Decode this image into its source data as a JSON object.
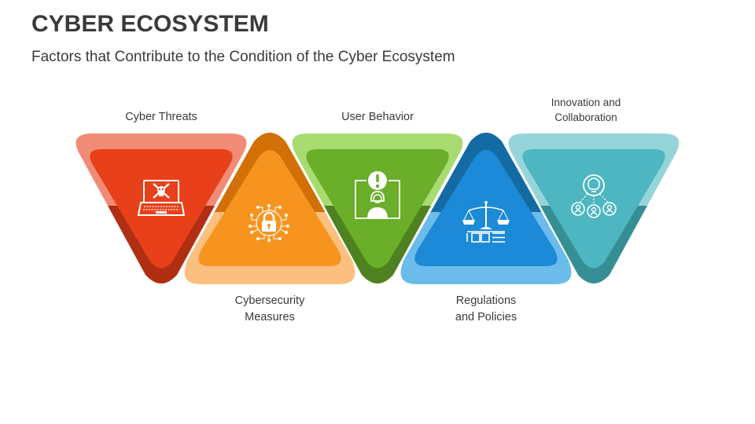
{
  "slide": {
    "title": "CYBER ECOSYSTEM",
    "subtitle": "Factors that Contribute to the Condition of the Cyber Ecosystem"
  },
  "factors": [
    {
      "label_line1": "Cyber Threats",
      "label_line2": "",
      "position": "top",
      "orientation": "down",
      "icon": "hacked-laptop-icon",
      "colors": {
        "inner": "#E8401A",
        "outer_light": "#F08C76",
        "outer_dark": "#B02E12"
      }
    },
    {
      "label_line1": "Cybersecurity",
      "label_line2": "Measures",
      "position": "bottom",
      "orientation": "up",
      "icon": "circuit-lock-icon",
      "colors": {
        "inner": "#F7941F",
        "outer_light": "#FBC080",
        "outer_dark": "#D07006"
      }
    },
    {
      "label_line1": "User Behavior",
      "label_line2": "",
      "position": "top",
      "orientation": "down",
      "icon": "user-alert-icon",
      "colors": {
        "inner": "#6AAE29",
        "outer_light": "#A8DB70",
        "outer_dark": "#4E8220"
      }
    },
    {
      "label_line1": "Regulations",
      "label_line2": "and Policies",
      "position": "bottom",
      "orientation": "up",
      "icon": "law-scales-icon",
      "colors": {
        "inner": "#1C8AD6",
        "outer_light": "#6BBBEB",
        "outer_dark": "#146BA3"
      }
    },
    {
      "label_line1": "Innovation and",
      "label_line2": "Collaboration",
      "position": "top",
      "orientation": "down",
      "icon": "idea-collaboration-icon",
      "colors": {
        "inner": "#4DB6C0",
        "outer_light": "#95D5DA",
        "outer_dark": "#368E95"
      }
    }
  ]
}
